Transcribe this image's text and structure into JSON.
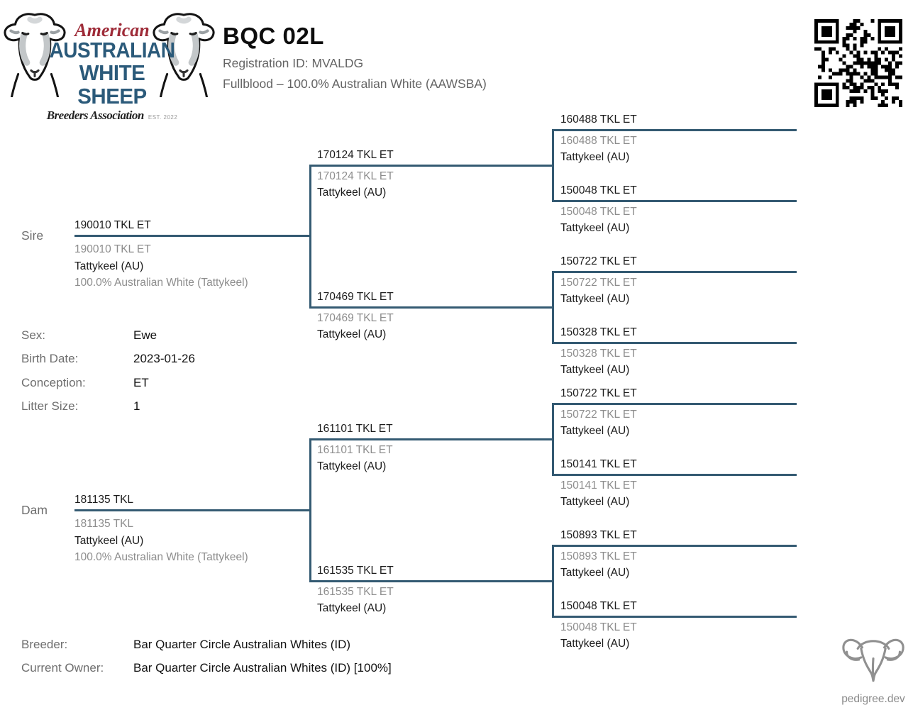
{
  "header": {
    "logo": {
      "american": "American",
      "name_line1": "AUSTRALIAN",
      "name_line2": "WHITE SHEEP",
      "subtitle": "Breeders Association",
      "established": "EST. 2022"
    },
    "title": "BQC 02L",
    "registration": "Registration ID: MVALDG",
    "breed_line": "Fullblood – 100.0% Australian White (AAWSBA)"
  },
  "pedigree": {
    "sire_label": "Sire",
    "dam_label": "Dam",
    "sire": {
      "name": "190010 TKL ET",
      "reg": "190010 TKL ET",
      "flock": "Tattykeel (AU)",
      "purity": "100.0% Australian White (Tattykeel)"
    },
    "dam": {
      "name": "181135 TKL",
      "reg": "181135 TKL",
      "flock": "Tattykeel (AU)",
      "purity": "100.0% Australian White (Tattykeel)"
    },
    "g2": [
      {
        "name": "170124 TKL ET",
        "reg": "170124 TKL ET",
        "flock": "Tattykeel (AU)"
      },
      {
        "name": "170469 TKL ET",
        "reg": "170469 TKL ET",
        "flock": "Tattykeel (AU)"
      },
      {
        "name": "161101 TKL ET",
        "reg": "161101 TKL ET",
        "flock": "Tattykeel (AU)"
      },
      {
        "name": "161535 TKL ET",
        "reg": "161535 TKL ET",
        "flock": "Tattykeel (AU)"
      }
    ],
    "g3": [
      {
        "name": "160488 TKL ET",
        "reg": "160488 TKL ET",
        "flock": "Tattykeel (AU)"
      },
      {
        "name": "150048 TKL ET",
        "reg": "150048 TKL ET",
        "flock": "Tattykeel (AU)"
      },
      {
        "name": "150722 TKL ET",
        "reg": "150722 TKL ET",
        "flock": "Tattykeel (AU)"
      },
      {
        "name": "150328 TKL ET",
        "reg": "150328 TKL ET",
        "flock": "Tattykeel (AU)"
      },
      {
        "name": "150722 TKL ET",
        "reg": "150722 TKL ET",
        "flock": "Tattykeel (AU)"
      },
      {
        "name": "150141 TKL ET",
        "reg": "150141 TKL ET",
        "flock": "Tattykeel (AU)"
      },
      {
        "name": "150893 TKL ET",
        "reg": "150893 TKL ET",
        "flock": "Tattykeel (AU)"
      },
      {
        "name": "150048 TKL ET",
        "reg": "150048 TKL ET",
        "flock": "Tattykeel (AU)"
      }
    ]
  },
  "info": {
    "rows": [
      {
        "label": "Sex:",
        "value": "Ewe"
      },
      {
        "label": "Birth Date:",
        "value": "2023-01-26"
      },
      {
        "label": "Conception:",
        "value": "ET"
      },
      {
        "label": "Litter Size:",
        "value": "1"
      }
    ]
  },
  "footer": {
    "rows": [
      {
        "label": "Breeder:",
        "value": "Bar Quarter Circle Australian Whites (ID)"
      },
      {
        "label": "Current Owner:",
        "value": "Bar Quarter Circle Australian Whites (ID) [100%]"
      }
    ]
  },
  "brand": {
    "label": "pedigree.dev"
  },
  "colors": {
    "tree_line": "#345a72",
    "logo_blue": "#2b5a7a",
    "logo_red": "#9e2b38",
    "gray_text": "#8d8d8d",
    "label_gray": "#6e6e6e",
    "black_text": "#1b1b1b"
  }
}
